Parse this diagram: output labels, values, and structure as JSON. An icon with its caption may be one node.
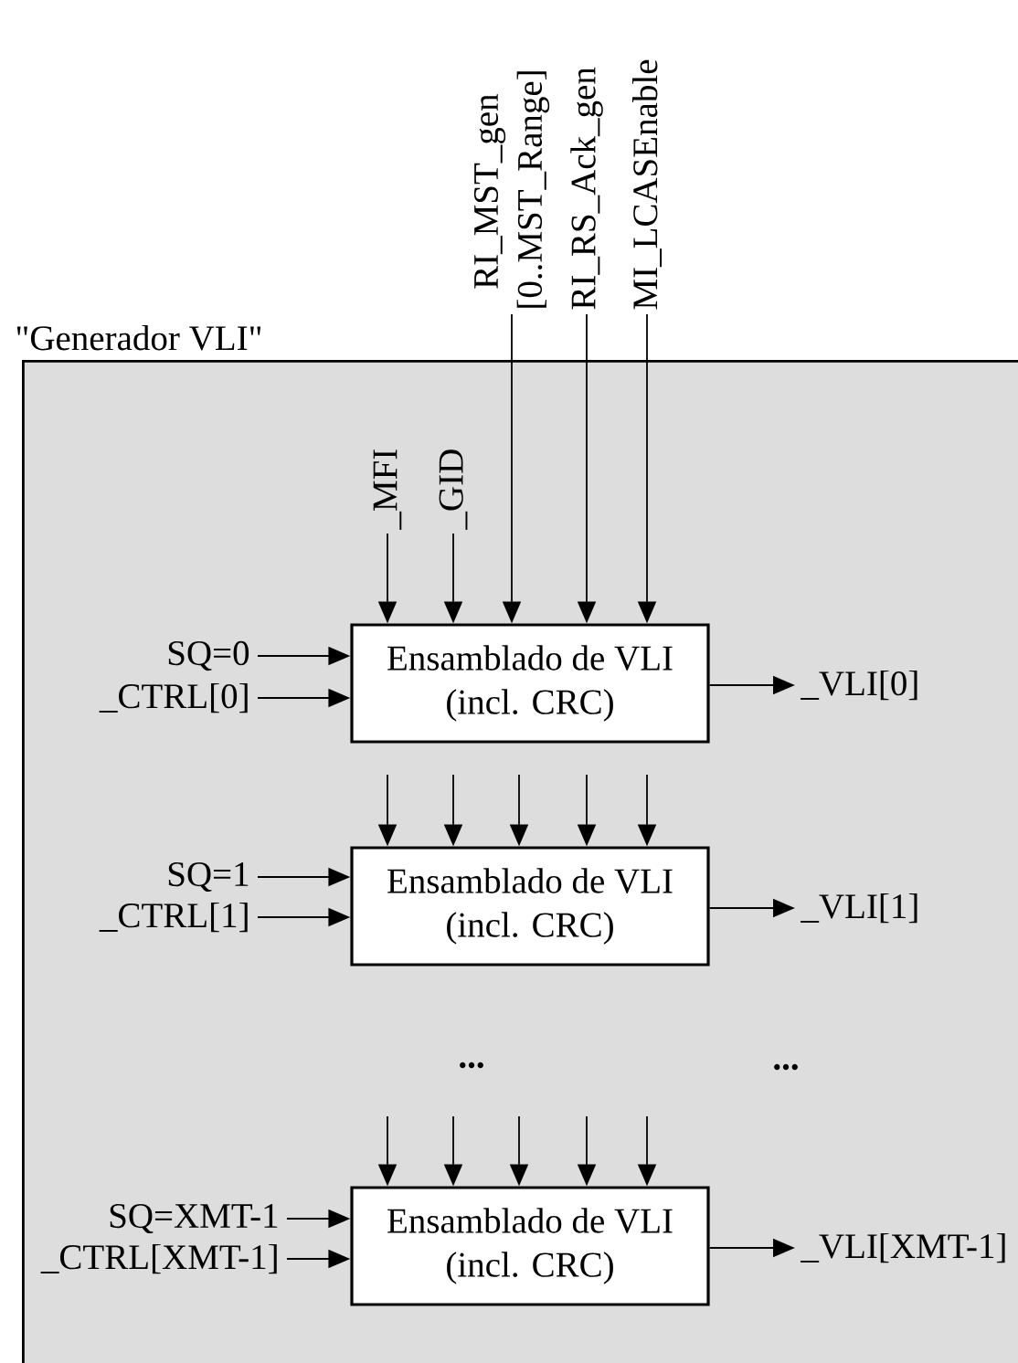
{
  "diagram": {
    "nodes": [
      {
        "text": [
          "\"Generador VLI\""
        ]
      },
      {
        "text": [
          "RI_MST_gen [0..MST_Range]"
        ]
      },
      {
        "text": [
          "RI_RS_Ack_gen"
        ]
      },
      {
        "text": [
          "MI_LCASEnable"
        ]
      },
      {
        "text": [
          "_MFI"
        ],
        "in": 0
      },
      {
        "text": [
          "_GID"
        ],
        "in": 0
      },
      {
        "text": [
          "SQ=0"
        ],
        "in": 0
      },
      {
        "text": [
          "_CTRL[0]"
        ],
        "in": 0
      },
      {
        "text": [
          "Ensamblado de VLI (incl. CRC)"
        ],
        "in": 0
      },
      {
        "text": [
          "_VLI[0]"
        ],
        "in": 0
      },
      {
        "text": [
          "SQ=1"
        ],
        "in": 0
      },
      {
        "text": [
          "_CTRL[1]"
        ],
        "in": 0
      },
      {
        "text": [
          "Ensamblado de VLI (incl. CRC)"
        ],
        "in": 0
      },
      {
        "text": [
          "_VLI[1]"
        ],
        "in": 0
      },
      {
        "text": [
          "SQ=XMT-1"
        ],
        "in": 0
      },
      {
        "text": [
          "_CTRL[XMT-1]"
        ],
        "in": 0
      },
      {
        "text": [
          "Ensamblado de VLI (incl. CRC)"
        ],
        "in": 0
      },
      {
        "text": [
          "_VLI[XMT-1]"
        ],
        "in": 0
      }
    ],
    "edges": [
      {
        "from": 4,
        "to": 8,
        "arrow": "to"
      },
      {
        "from": 5,
        "to": 8,
        "arrow": "to"
      },
      {
        "from": 1,
        "to": 8,
        "arrow": "to"
      },
      {
        "from": 2,
        "to": 8,
        "arrow": "to"
      },
      {
        "from": 3,
        "to": 8,
        "arrow": "to"
      },
      {
        "from": 6,
        "to": 8,
        "arrow": "to"
      },
      {
        "from": 7,
        "to": 8,
        "arrow": "to"
      },
      {
        "from": 8,
        "to": 9,
        "arrow": "to"
      },
      {
        "from": null,
        "to": 12,
        "arrow": "to"
      },
      {
        "from": null,
        "to": 12,
        "arrow": "to"
      },
      {
        "from": null,
        "to": 12,
        "arrow": "to"
      },
      {
        "from": null,
        "to": 12,
        "arrow": "to"
      },
      {
        "from": null,
        "to": 12,
        "arrow": "to"
      },
      {
        "from": 10,
        "to": 12,
        "arrow": "to"
      },
      {
        "from": 11,
        "to": 12,
        "arrow": "to"
      },
      {
        "from": 12,
        "to": 13,
        "arrow": "to"
      },
      {
        "from": null,
        "to": 16,
        "arrow": "to"
      },
      {
        "from": null,
        "to": 16,
        "arrow": "to"
      },
      {
        "from": null,
        "to": 16,
        "arrow": "to"
      },
      {
        "from": null,
        "to": 16,
        "arrow": "to"
      },
      {
        "from": null,
        "to": 16,
        "arrow": "to"
      },
      {
        "from": 14,
        "to": 16,
        "arrow": "to"
      },
      {
        "from": 15,
        "to": 16,
        "arrow": "to"
      },
      {
        "from": 16,
        "to": 17,
        "arrow": "to"
      }
    ],
    "labels": [
      "...",
      "..."
    ]
  }
}
